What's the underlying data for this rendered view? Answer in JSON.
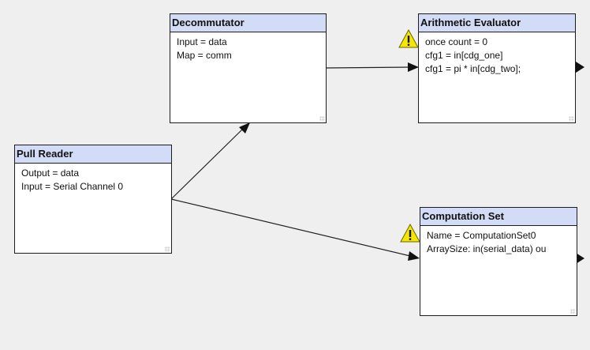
{
  "nodes": {
    "decommutator": {
      "title": "Decommutator",
      "props": [
        "Input = data",
        "Map = comm"
      ]
    },
    "arithmetic_evaluator": {
      "title": "Arithmetic Evaluator",
      "props": [
        "once count = 0",
        "cfg1 = in[cdg_one]",
        "cfg1 = pi * in[cdg_two];"
      ],
      "warning": "warning-icon"
    },
    "pull_reader": {
      "title": "Pull Reader",
      "props": [
        "Output = data",
        "Input = Serial Channel 0"
      ]
    },
    "computation_set": {
      "title": "Computation Set",
      "props": [
        "Name = ComputationSet0",
        "ArraySize: in(serial_data) ou"
      ],
      "warning": "warning-icon"
    }
  },
  "colors": {
    "canvas": "#efefef",
    "header": "#d3dcf6",
    "border": "#1c1c1c",
    "warning_fill": "#f4e800",
    "wire": "#222222"
  }
}
